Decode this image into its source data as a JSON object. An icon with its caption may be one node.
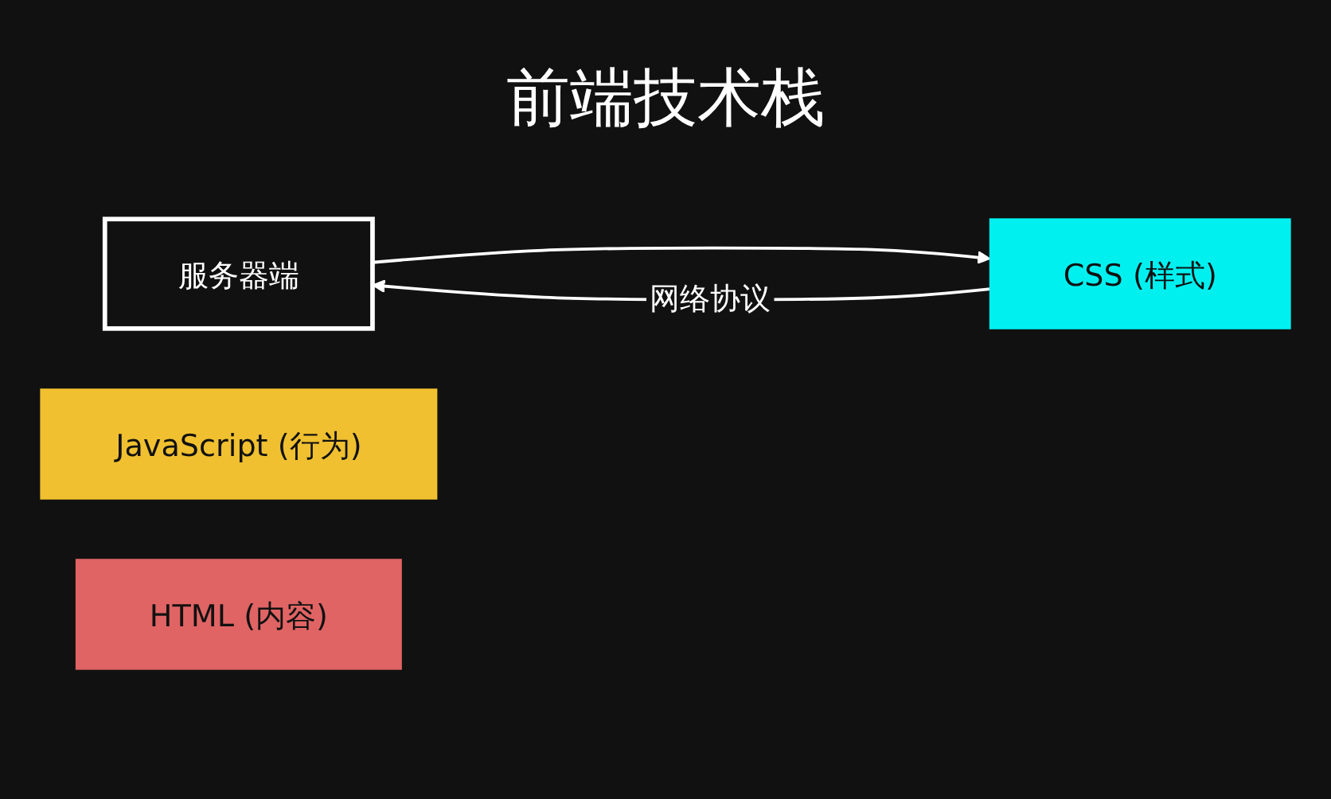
{
  "diagram": {
    "title": "前端技术栈",
    "nodes": [
      {
        "text": [
          "服务器端"
        ]
      },
      {
        "text": [
          "JavaScript (行为)"
        ]
      },
      {
        "text": [
          "CSS (样式)"
        ]
      },
      {
        "text": [
          "HTML (内容)"
        ]
      }
    ],
    "edges": [
      {
        "from": 2,
        "to": 0,
        "label": "网络协议",
        "arrow": "to"
      },
      {
        "from": 0,
        "to": 2,
        "arrow": "to"
      }
    ]
  }
}
